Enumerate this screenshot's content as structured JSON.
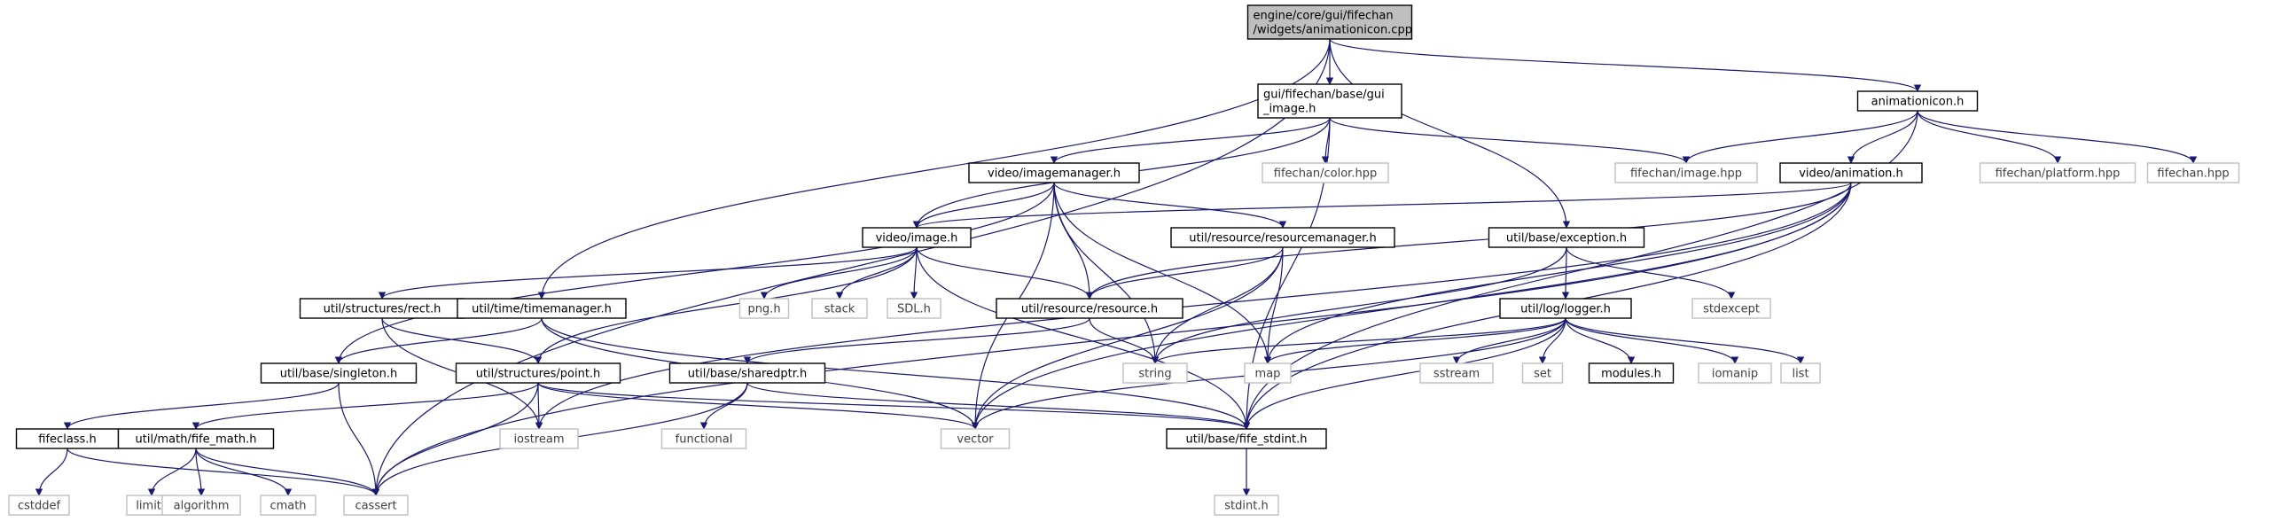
{
  "graph": {
    "colors": {
      "root_fill": "#bfbfbf",
      "node_border": "#000000",
      "external_border": "#bfbfbf",
      "external_text": "#404040",
      "edge": "#191970"
    },
    "nodes": [
      {
        "id": "root",
        "lines": [
          "engine/core/gui/fifechan",
          "/widgets/animationicon.cpp"
        ],
        "kind": "root"
      },
      {
        "id": "gui_image",
        "lines": [
          "gui/fifechan/base/gui",
          "_image.h"
        ],
        "kind": "internal"
      },
      {
        "id": "animationicon",
        "lines": [
          "animationicon.h"
        ],
        "kind": "internal"
      },
      {
        "id": "fc_image",
        "lines": [
          "fifechan/image.hpp"
        ],
        "kind": "external"
      },
      {
        "id": "fc_color",
        "lines": [
          "fifechan/color.hpp"
        ],
        "kind": "external"
      },
      {
        "id": "fc_platform",
        "lines": [
          "fifechan/platform.hpp"
        ],
        "kind": "external"
      },
      {
        "id": "fifechan",
        "lines": [
          "fifechan.hpp"
        ],
        "kind": "external"
      },
      {
        "id": "imagemanager",
        "lines": [
          "video/imagemanager.h"
        ],
        "kind": "internal"
      },
      {
        "id": "animation",
        "lines": [
          "video/animation.h"
        ],
        "kind": "internal"
      },
      {
        "id": "exception",
        "lines": [
          "util/base/exception.h"
        ],
        "kind": "internal"
      },
      {
        "id": "image",
        "lines": [
          "video/image.h"
        ],
        "kind": "internal"
      },
      {
        "id": "resourcemanager",
        "lines": [
          "util/resource/resourcemanager.h"
        ],
        "kind": "internal"
      },
      {
        "id": "rect",
        "lines": [
          "util/structures/rect.h"
        ],
        "kind": "internal"
      },
      {
        "id": "timemanager",
        "lines": [
          "util/time/timemanager.h"
        ],
        "kind": "internal"
      },
      {
        "id": "png",
        "lines": [
          "png.h"
        ],
        "kind": "external"
      },
      {
        "id": "stack",
        "lines": [
          "stack"
        ],
        "kind": "external"
      },
      {
        "id": "sdl",
        "lines": [
          "SDL.h"
        ],
        "kind": "external"
      },
      {
        "id": "resource",
        "lines": [
          "util/resource/resource.h"
        ],
        "kind": "internal"
      },
      {
        "id": "logger",
        "lines": [
          "util/log/logger.h"
        ],
        "kind": "internal"
      },
      {
        "id": "stdexcept",
        "lines": [
          "stdexcept"
        ],
        "kind": "external"
      },
      {
        "id": "singleton",
        "lines": [
          "util/base/singleton.h"
        ],
        "kind": "internal"
      },
      {
        "id": "point",
        "lines": [
          "util/structures/point.h"
        ],
        "kind": "internal"
      },
      {
        "id": "sharedptr",
        "lines": [
          "util/base/sharedptr.h"
        ],
        "kind": "internal"
      },
      {
        "id": "string",
        "lines": [
          "string"
        ],
        "kind": "external"
      },
      {
        "id": "map",
        "lines": [
          "map"
        ],
        "kind": "external"
      },
      {
        "id": "sstream",
        "lines": [
          "sstream"
        ],
        "kind": "external"
      },
      {
        "id": "set",
        "lines": [
          "set"
        ],
        "kind": "external"
      },
      {
        "id": "modules",
        "lines": [
          "modules.h"
        ],
        "kind": "internal"
      },
      {
        "id": "iomanip",
        "lines": [
          "iomanip"
        ],
        "kind": "external"
      },
      {
        "id": "list",
        "lines": [
          "list"
        ],
        "kind": "external"
      },
      {
        "id": "fifeclass",
        "lines": [
          "fifeclass.h"
        ],
        "kind": "internal"
      },
      {
        "id": "fife_math",
        "lines": [
          "util/math/fife_math.h"
        ],
        "kind": "internal"
      },
      {
        "id": "iostream",
        "lines": [
          "iostream"
        ],
        "kind": "external"
      },
      {
        "id": "functional",
        "lines": [
          "functional"
        ],
        "kind": "external"
      },
      {
        "id": "vector",
        "lines": [
          "vector"
        ],
        "kind": "external"
      },
      {
        "id": "fife_stdint",
        "lines": [
          "util/base/fife_stdint.h"
        ],
        "kind": "internal"
      },
      {
        "id": "cstddef",
        "lines": [
          "cstddef"
        ],
        "kind": "external"
      },
      {
        "id": "limits",
        "lines": [
          "limits"
        ],
        "kind": "external"
      },
      {
        "id": "algorithm",
        "lines": [
          "algorithm"
        ],
        "kind": "external"
      },
      {
        "id": "cmath",
        "lines": [
          "cmath"
        ],
        "kind": "external"
      },
      {
        "id": "cassert",
        "lines": [
          "cassert"
        ],
        "kind": "external"
      },
      {
        "id": "stdint",
        "lines": [
          "stdint.h"
        ],
        "kind": "external"
      }
    ],
    "edges": [
      [
        "root",
        "gui_image"
      ],
      [
        "root",
        "animationicon"
      ],
      [
        "root",
        "exception"
      ],
      [
        "root",
        "timemanager"
      ],
      [
        "root",
        "cassert"
      ],
      [
        "gui_image",
        "fc_image"
      ],
      [
        "gui_image",
        "fc_color"
      ],
      [
        "gui_image",
        "imagemanager"
      ],
      [
        "gui_image",
        "image"
      ],
      [
        "gui_image",
        "fife_stdint"
      ],
      [
        "animationicon",
        "fc_image"
      ],
      [
        "animationicon",
        "fc_platform"
      ],
      [
        "animationicon",
        "fifechan"
      ],
      [
        "animationicon",
        "animation"
      ],
      [
        "animationicon",
        "fife_stdint"
      ],
      [
        "imagemanager",
        "image"
      ],
      [
        "imagemanager",
        "resourcemanager"
      ],
      [
        "imagemanager",
        "resource"
      ],
      [
        "imagemanager",
        "singleton"
      ],
      [
        "imagemanager",
        "string"
      ],
      [
        "imagemanager",
        "map"
      ],
      [
        "imagemanager",
        "vector"
      ],
      [
        "animation",
        "image"
      ],
      [
        "animation",
        "resource"
      ],
      [
        "animation",
        "map"
      ],
      [
        "animation",
        "vector"
      ],
      [
        "animation",
        "fife_stdint"
      ],
      [
        "animation",
        "cassert"
      ],
      [
        "animation",
        "iostream"
      ],
      [
        "exception",
        "logger"
      ],
      [
        "exception",
        "string"
      ],
      [
        "exception",
        "stdexcept"
      ],
      [
        "image",
        "rect"
      ],
      [
        "image",
        "png"
      ],
      [
        "image",
        "stack"
      ],
      [
        "image",
        "sdl"
      ],
      [
        "image",
        "resource"
      ],
      [
        "image",
        "point"
      ],
      [
        "image",
        "fife_stdint"
      ],
      [
        "resourcemanager",
        "resource"
      ],
      [
        "resourcemanager",
        "string"
      ],
      [
        "resourcemanager",
        "map"
      ],
      [
        "resourcemanager",
        "vector"
      ],
      [
        "rect",
        "point"
      ],
      [
        "rect",
        "iostream"
      ],
      [
        "timemanager",
        "singleton"
      ],
      [
        "timemanager",
        "vector"
      ],
      [
        "timemanager",
        "fife_stdint"
      ],
      [
        "resource",
        "sharedptr"
      ],
      [
        "resource",
        "string"
      ],
      [
        "logger",
        "string"
      ],
      [
        "logger",
        "map"
      ],
      [
        "logger",
        "sstream"
      ],
      [
        "logger",
        "set"
      ],
      [
        "logger",
        "modules"
      ],
      [
        "logger",
        "iomanip"
      ],
      [
        "logger",
        "list"
      ],
      [
        "logger",
        "vector"
      ],
      [
        "logger",
        "fife_stdint"
      ],
      [
        "singleton",
        "fifeclass"
      ],
      [
        "singleton",
        "cassert"
      ],
      [
        "point",
        "fife_math"
      ],
      [
        "point",
        "iostream"
      ],
      [
        "point",
        "cassert"
      ],
      [
        "point",
        "vector"
      ],
      [
        "point",
        "fife_stdint"
      ],
      [
        "sharedptr",
        "functional"
      ],
      [
        "sharedptr",
        "cassert"
      ],
      [
        "sharedptr",
        "fife_stdint"
      ],
      [
        "fifeclass",
        "cstddef"
      ],
      [
        "fifeclass",
        "cassert"
      ],
      [
        "fife_math",
        "limits"
      ],
      [
        "fife_math",
        "algorithm"
      ],
      [
        "fife_math",
        "cmath"
      ],
      [
        "fife_math",
        "cassert"
      ],
      [
        "fife_stdint",
        "stdint"
      ]
    ]
  }
}
